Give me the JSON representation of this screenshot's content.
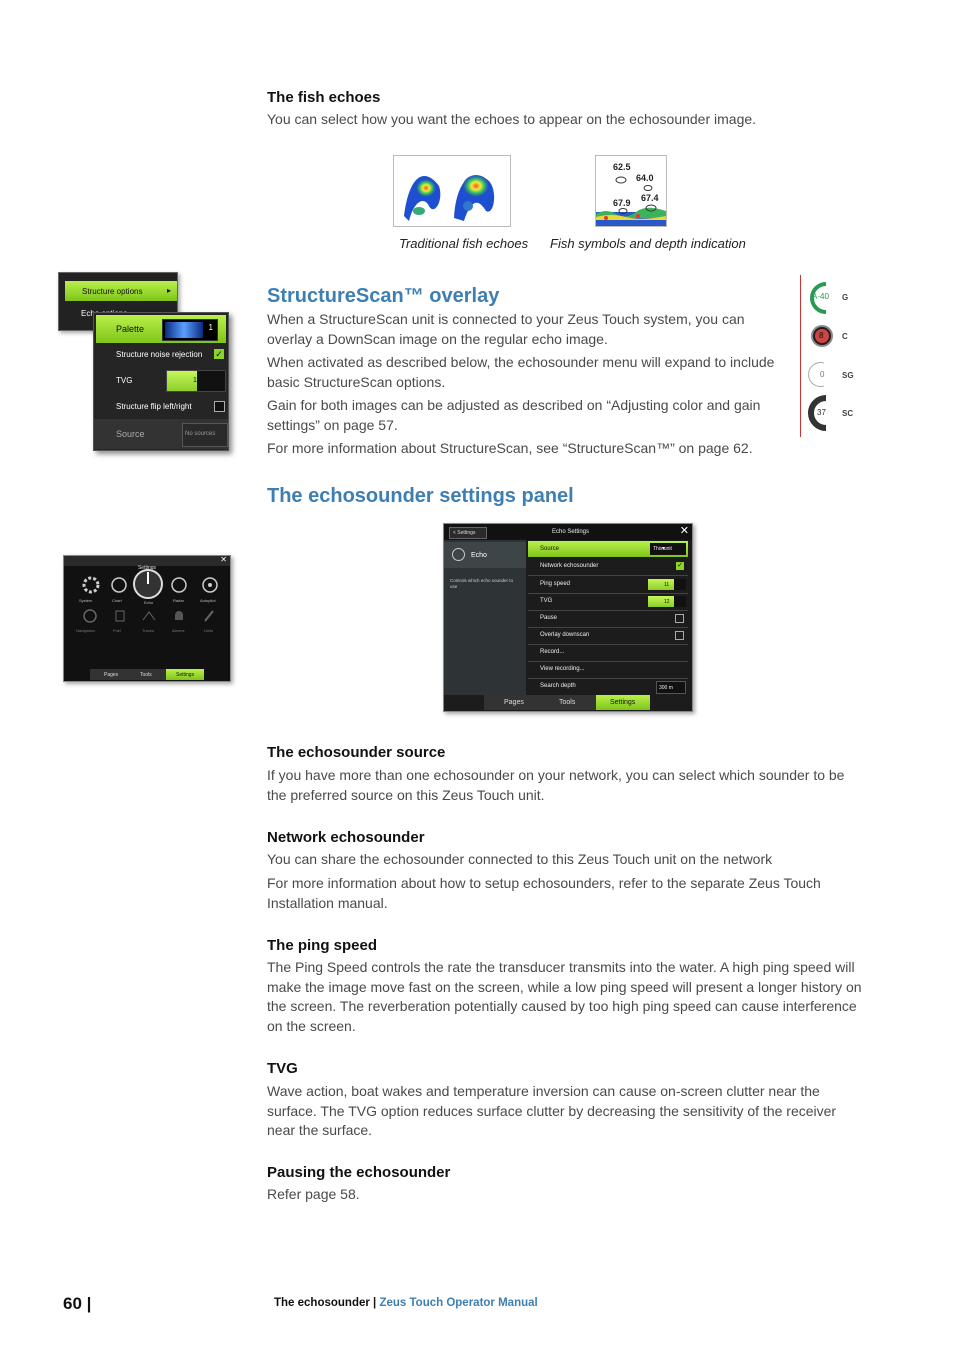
{
  "fish": {
    "heading": "The fish echoes",
    "text": "You can select how you want the echoes to appear on the echosounder image.",
    "caption1": "Traditional fish echoes",
    "caption2": "Fish symbols and depth indication",
    "depths": [
      "62.5",
      "64.0",
      "67.4",
      "67.9"
    ]
  },
  "structure": {
    "heading": "StructureScan™ overlay",
    "p1": "When a StructureScan unit is connected to your Zeus Touch system, you can overlay a DownScan image on the regular echo image.",
    "p2": "When activated as described below, the echosounder menu will expand to include basic StructureScan options.",
    "p3": "Gain for both images can be adjusted as described on “Adjusting color and gain settings” on page 57.",
    "p4": "For more information about StructureScan, see “StructureScan™” on page 62.",
    "menu": {
      "structure_options": "Structure options",
      "echo_options": "Echo options",
      "palette": "Palette",
      "palette_value": "1",
      "noise_rejection": "Structure noise rejection",
      "tvg": "TVG",
      "tvg_value": "10",
      "flip": "Structure flip left/right",
      "source": "Source",
      "source_value": "No sources"
    },
    "gauge": {
      "g_value": "A-40",
      "g_label": "G",
      "c_value": "8",
      "c_label": "C",
      "sg_value": "0",
      "sg_label": "SG",
      "sc_value": "37",
      "sc_label": "SC"
    }
  },
  "settings": {
    "heading": "The echosounder settings panel",
    "small": {
      "title": "Settings",
      "icons": [
        "System",
        "Chart",
        "Echo",
        "Radar",
        "Autopilot",
        "Navigation",
        "Fuel",
        "Tracks",
        "Alarms",
        "Units"
      ],
      "tabs": [
        "Pages",
        "Tools",
        "Settings"
      ]
    },
    "panel": {
      "back": "< Settings",
      "title": "Echo Settings",
      "echo_label": "Echo",
      "echo_desc": "Controls which echo sounder to use",
      "rows": [
        "Source",
        "Network echosounder",
        "Ping speed",
        "TVG",
        "Pause",
        "Overlay downscan",
        "Record...",
        "View recording...",
        "Search depth"
      ],
      "source_value": "This unit",
      "ping_value": "11",
      "tvg_value": "12",
      "depth_value": "300 m",
      "tabs": [
        "Pages",
        "Tools",
        "Settings"
      ]
    }
  },
  "sections": [
    {
      "heading": "The echosounder source",
      "paragraphs": [
        "If you have more than one echosounder on your network, you can select which sounder to be the preferred source on this Zeus Touch unit."
      ]
    },
    {
      "heading": "Network echosounder",
      "paragraphs": [
        "You can share the echosounder connected to this Zeus Touch unit on the network",
        "For more information about how to setup echosounders, refer to the separate Zeus Touch Installation manual."
      ]
    },
    {
      "heading": "The ping speed",
      "paragraphs": [
        "The Ping Speed controls the rate the transducer transmits into the water. A high ping speed will make the image move fast on the screen, while a low ping speed will present a longer history on the screen. The reverberation potentially caused by too high ping speed can cause interference on the screen."
      ]
    },
    {
      "heading": "TVG",
      "paragraphs": [
        "Wave action, boat wakes and temperature inversion can cause on-screen clutter near the surface. The TVG option reduces surface clutter by decreasing the sensitivity of the receiver near the surface."
      ]
    },
    {
      "heading": "Pausing the echosounder",
      "paragraphs": [
        "Refer page 58."
      ]
    }
  ],
  "footer": {
    "page": "60 |",
    "chapter": "The echosounder |",
    "manual": "Zeus Touch Operator Manual"
  }
}
